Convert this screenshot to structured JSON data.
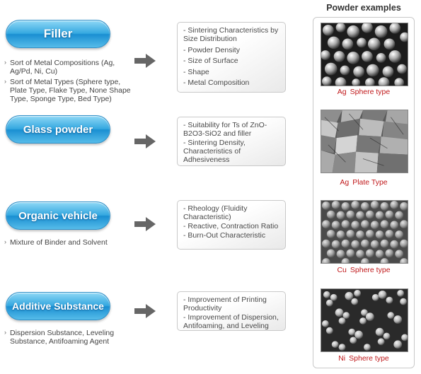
{
  "panel_title": "Powder examples",
  "categories": [
    {
      "label": "Filler",
      "notes": [
        "Sort of Metal Compositions (Ag, Ag/Pd, Ni, Cu)",
        "Sort of Metal Types (Sphere type, Plate Type, Flake Type, None Shape Type, Sponge Type, Bed Type)"
      ],
      "items": [
        "- Sintering Characteristics by Size Distribution",
        "- Powder Density",
        "- Size of Surface",
        "- Shape",
        "- Metal Composition"
      ]
    },
    {
      "label": "Glass powder",
      "notes": [],
      "items": [
        "- Suitability for Ts of ZnO-B2O3-SiO2 and filler",
        "- Sintering Density, Characteristics of Adhesiveness"
      ]
    },
    {
      "label": "Organic vehicle",
      "notes": [
        "Mixture of Binder and Solvent"
      ],
      "items": [
        "- Rheology (Fluidity Characteristic)",
        "- Reactive, Contraction Ratio",
        "- Burn-Out Characteristic"
      ]
    },
    {
      "label": "Additive Substance",
      "notes": [
        "Dispersion Substance, Leveling Substance, Antifoaming Agent"
      ],
      "items": [
        "- Improvement of Printing Productivity",
        "- Improvement of Dispersion, Antifoaming, and Leveling"
      ]
    }
  ],
  "examples": [
    {
      "metal": "Ag",
      "type": "Sphere type"
    },
    {
      "metal": "Ag",
      "type": "Plate Type"
    },
    {
      "metal": "Cu",
      "type": "Sphere type"
    },
    {
      "metal": "Ni",
      "type": "Sphere type"
    }
  ],
  "colors": {
    "pill_blue": "#35a8e0",
    "caption_red": "#c0181a",
    "arrow_gray": "#666666"
  }
}
